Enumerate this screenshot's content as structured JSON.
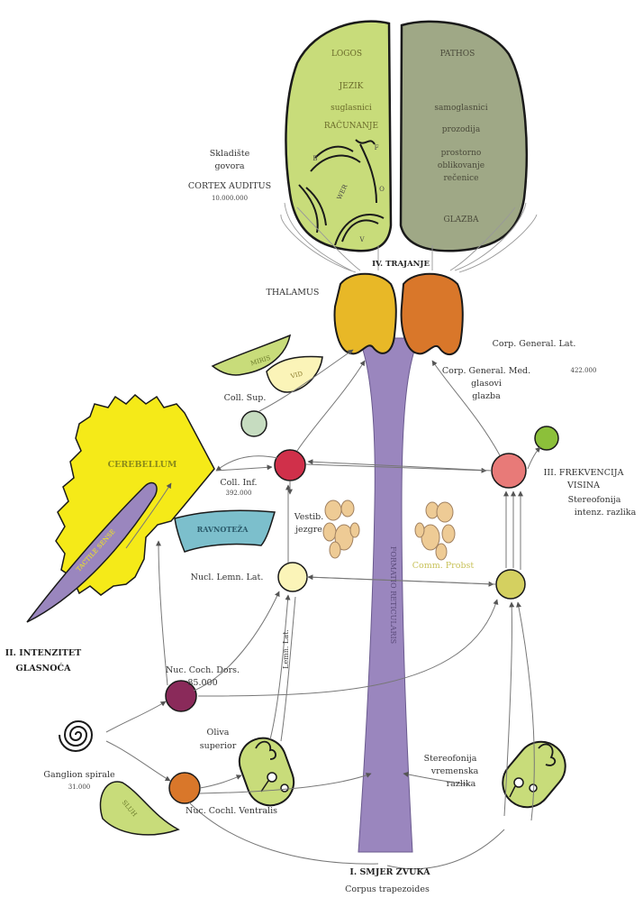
{
  "brain": {
    "left": {
      "title": "LOGOS",
      "items": [
        "JEZIK",
        "suglasnici",
        "RAČUNANJE"
      ],
      "area_letters": [
        "B",
        "F",
        "O",
        "V"
      ],
      "center_word": "WER"
    },
    "right": {
      "title": "PATHOS",
      "items": [
        "samoglasnici",
        "prozodija",
        "prostorno",
        "oblikovanje",
        "rečenice",
        "GLAZBA"
      ]
    }
  },
  "labels": {
    "skladiste": "Skladište",
    "govora": "govora",
    "cortex": "CORTEX AUDITUS",
    "cortex_count": "10.000.000",
    "trajanje": "IV. TRAJANJE",
    "thalamus": "THALAMUS",
    "corp_lat": "Corp. General. Lat.",
    "corp_med": "Corp. General. Med.",
    "corp_med_count": "422.000",
    "glasovi": "glasovi",
    "glazba": "glazba",
    "coll_sup": "Coll. Sup.",
    "coll_inf": "Coll. Inf.",
    "coll_inf_count": "392.000",
    "cerebellum": "CEREBELLUM",
    "ravnoteza": "RAVNOTEŽA",
    "vestib1": "Vestib.",
    "vestib2": "jezgre",
    "frek1": "III. FREKVENCIJA",
    "frek2": "VISINA",
    "stereo1": "Stereofonija",
    "stereo2": "intenz. razlika",
    "nucl_lemn": "Nucl. Lemn. Lat.",
    "comm_probst": "Comm. Probst",
    "formatio": "FORMATIO RETICULARIS",
    "lemn_lat": "Lemn. Lat.",
    "intenzitet1": "II. INTENZITET",
    "intenzitet2": "GLASNOĆA",
    "nuc_dors": "Nuc. Coch. Dors.",
    "nuc_dors_count": "85.000",
    "oliva1": "Oliva",
    "oliva2": "superior",
    "ganglion": "Ganglion spirale",
    "ganglion_count": "31.000",
    "nuc_ventr": "Nuc. Cochl. Ventralis",
    "stereo3": "Stereofonija",
    "stereo4": "vremenska",
    "stereo5": "razlika",
    "smjer": "I. SMJER ZVUKA",
    "corpus": "Corpus trapezoides",
    "miris": "MIRIS",
    "vid": "VID",
    "sluh": "SLUH",
    "tactile": "TACTILE SENSE"
  },
  "colors": {
    "brain_left": "#c8dc7a",
    "brain_right": "#9fa886",
    "thalamus_left": "#e8b827",
    "thalamus_right": "#d9772a",
    "stem": "#9a86be",
    "cerebellum": "#f5ea18",
    "ravnoteza": "#7cbfcc",
    "coll_inf": "#d0304a",
    "coll_sup": "#c6dcc0",
    "frek": "#e87a78",
    "frek_small": "#8cc03a",
    "lemn": "#fbf4b8",
    "comm": "#d4d060",
    "dors": "#8a2a5a",
    "ventr": "#d9772a",
    "leaf": "#c8dc7a",
    "figures": "#eecb95"
  }
}
